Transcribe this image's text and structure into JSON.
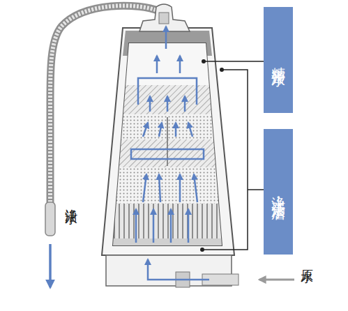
{
  "diagram": {
    "nodes": [
      {
        "text": [
          "精密浄水"
        ]
      },
      {
        "text": [
          "浄水・活水層"
        ]
      }
    ],
    "labels": [
      "浄活水",
      "原水"
    ]
  }
}
